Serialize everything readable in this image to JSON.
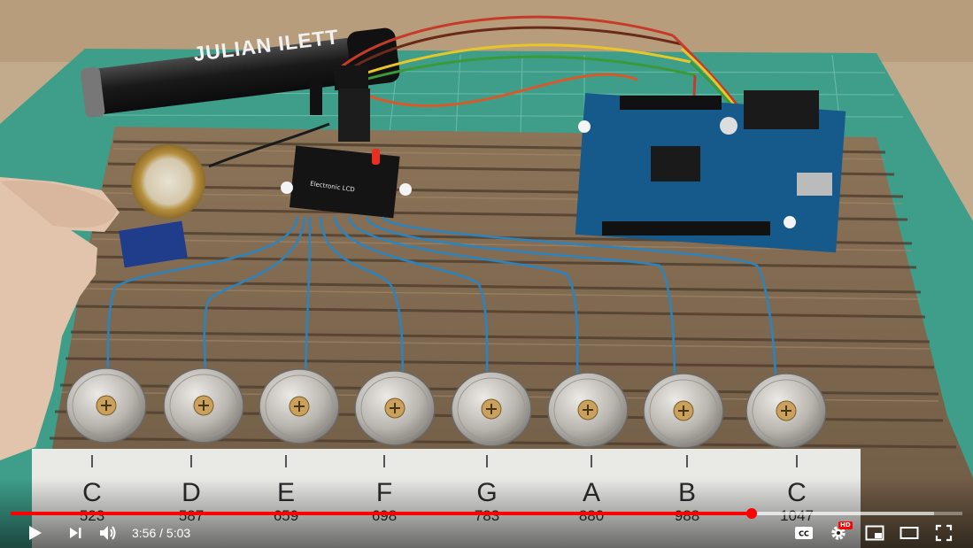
{
  "video": {
    "flashlight_brand": "JULIAN ILETT",
    "board_label": "Electronic LCD",
    "notes": [
      {
        "note": "C",
        "freq": "523"
      },
      {
        "note": "D",
        "freq": "587"
      },
      {
        "note": "E",
        "freq": "659"
      },
      {
        "note": "F",
        "freq": "698"
      },
      {
        "note": "G",
        "freq": "783"
      },
      {
        "note": "A",
        "freq": "880"
      },
      {
        "note": "B",
        "freq": "988"
      },
      {
        "note": "C",
        "freq": "1047"
      }
    ]
  },
  "player": {
    "current_time": "3:56",
    "separator": "/",
    "duration": "5:03",
    "hd_badge": "HD",
    "played_fraction": 0.779,
    "loaded_fraction": 0.97,
    "icons": {
      "play": "play-icon",
      "next": "next-icon",
      "volume": "volume-icon",
      "captions": "captions-icon",
      "settings": "gear-icon",
      "miniplayer": "miniplayer-icon",
      "theater": "theater-icon",
      "fullscreen": "fullscreen-icon"
    },
    "colors": {
      "accent": "#ff0000",
      "control": "#ffffff"
    }
  }
}
